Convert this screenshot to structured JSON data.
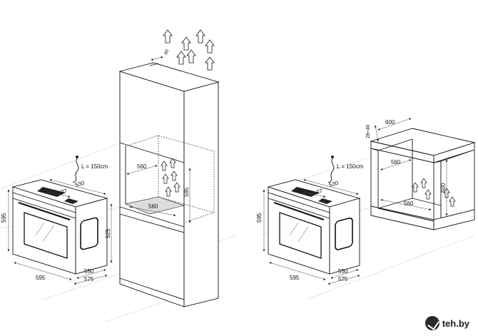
{
  "left_diagram": {
    "cable_label": "L = 150cm",
    "oven_dims": {
      "height": "595",
      "width": "595",
      "depth_550": "550",
      "depth_575": "575",
      "top_530": "530",
      "top_27": "27",
      "side_525": "525"
    },
    "cabinet_dims": {
      "top_vent": "40",
      "inner_width_upper": "560",
      "inner_width_lower": "560",
      "inner_height": "595"
    }
  },
  "right_diagram": {
    "cable_label": "L = 150cm",
    "oven_dims": {
      "height": "595",
      "width": "595",
      "depth_550": "550",
      "depth_575": "575",
      "top_530": "530",
      "top_27": "27"
    },
    "cabinet_dims": {
      "worktop_thickness": "28÷40",
      "worktop_depth": "600",
      "inner_width_upper": "560",
      "inner_width_lower": "560",
      "inner_height": "600"
    }
  },
  "watermark": {
    "icon": "checkmark-circle-icon",
    "text": "teh.by"
  }
}
